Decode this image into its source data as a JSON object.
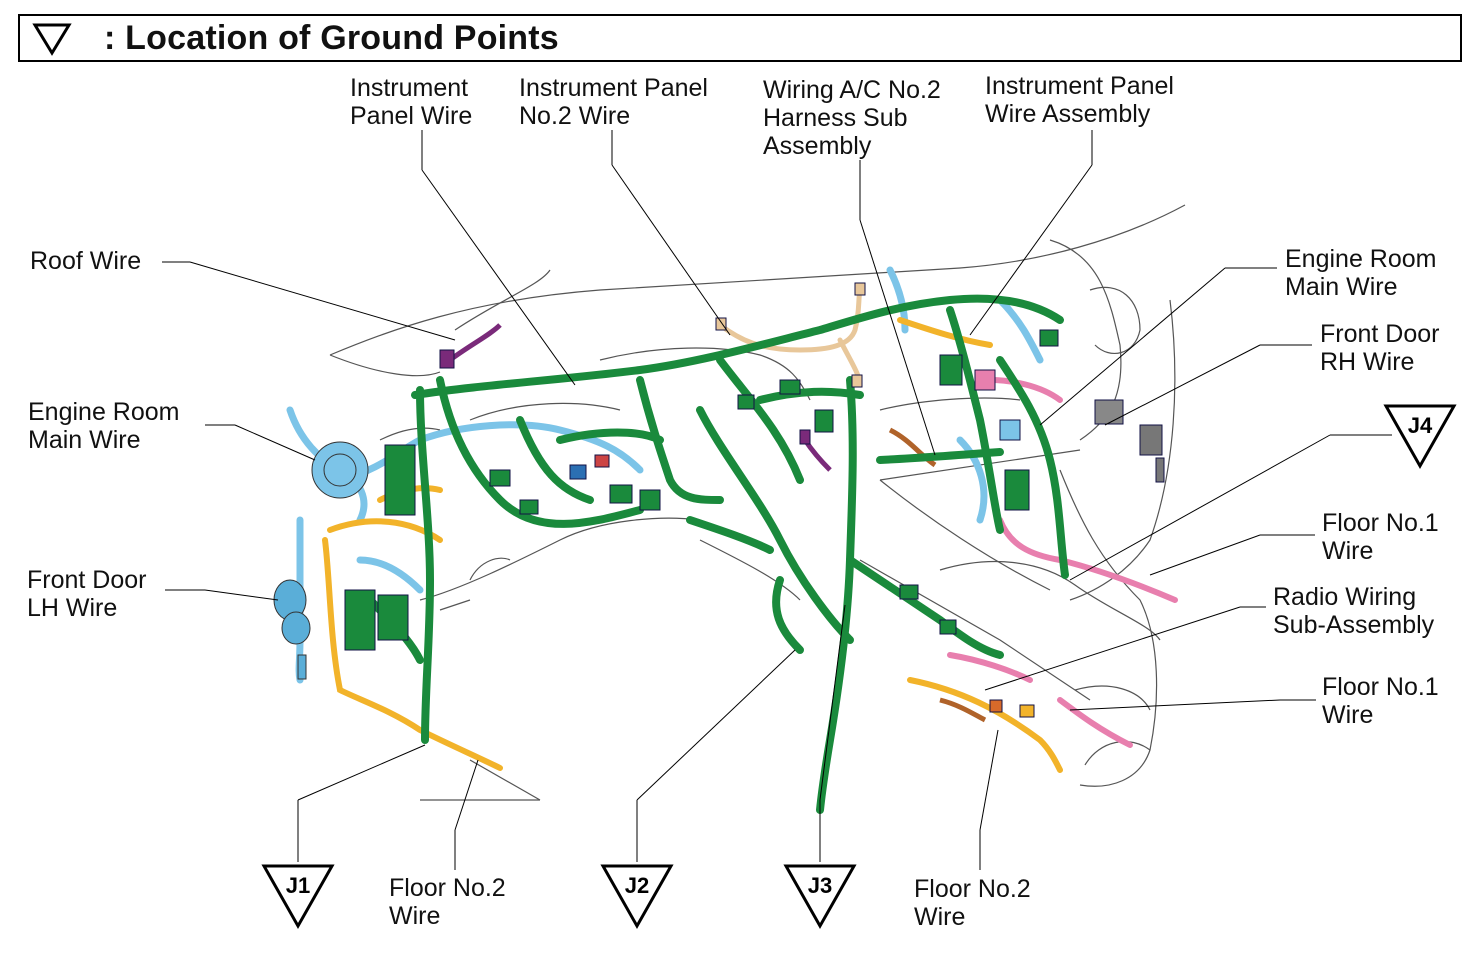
{
  "title": ": Location of Ground Points",
  "title_icon": "ground-triangle-icon",
  "labels": {
    "instrument_panel_wire": [
      "Instrument",
      "Panel Wire"
    ],
    "instrument_panel_no2_wire": [
      "Instrument Panel",
      "No.2 Wire"
    ],
    "wiring_ac_no2": [
      "Wiring A/C No.2",
      "Harness Sub",
      "Assembly"
    ],
    "instrument_panel_wire_assembly": [
      "Instrument Panel",
      "Wire Assembly"
    ],
    "roof_wire": [
      "Roof Wire"
    ],
    "engine_room_main_wire_left": [
      "Engine Room",
      "Main Wire"
    ],
    "front_door_lh_wire": [
      "Front Door",
      "LH Wire"
    ],
    "engine_room_main_wire_right": [
      "Engine Room",
      "Main Wire"
    ],
    "front_door_rh_wire": [
      "Front Door",
      "RH Wire"
    ],
    "floor_no1_wire_upper": [
      "Floor No.1",
      "Wire"
    ],
    "radio_wiring_sub_assembly": [
      "Radio Wiring",
      "Sub-Assembly"
    ],
    "floor_no1_wire_lower": [
      "Floor No.1",
      "Wire"
    ],
    "floor_no2_wire_left": [
      "Floor No.2",
      "Wire"
    ],
    "floor_no2_wire_right": [
      "Floor No.2",
      "Wire"
    ]
  },
  "ground_points": [
    "J1",
    "J2",
    "J3",
    "J4"
  ],
  "colors": {
    "harness_green": "#1a8a3c",
    "harness_blue": "#7cc4e8",
    "harness_orange": "#f2b32a",
    "harness_pink": "#e87fae",
    "harness_purple": "#7a2a7a",
    "harness_tan": "#e8c79a",
    "outline": "#000000"
  }
}
